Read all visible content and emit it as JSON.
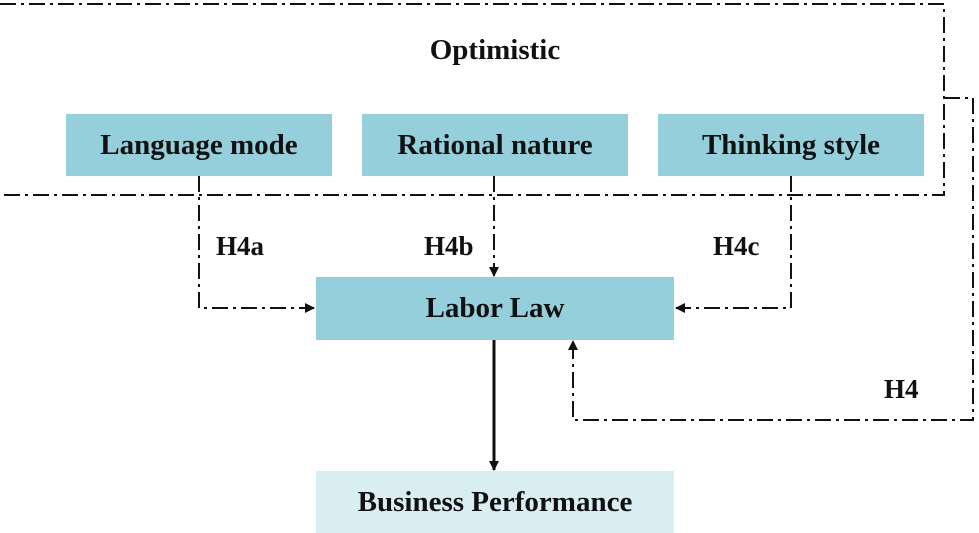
{
  "group": {
    "title": "Optimistic"
  },
  "nodes": {
    "language_mode": "Language mode",
    "rational_nature": "Rational nature",
    "thinking_style": "Thinking style",
    "labor_law": "Labor Law",
    "business_performance": "Business Performance"
  },
  "edges": {
    "h4a": "H4a",
    "h4b": "H4b",
    "h4c": "H4c",
    "h4": "H4"
  },
  "colors": {
    "box_fill": "#95cfdb",
    "outcome_fill": "#d9eef3",
    "line": "#111111"
  }
}
